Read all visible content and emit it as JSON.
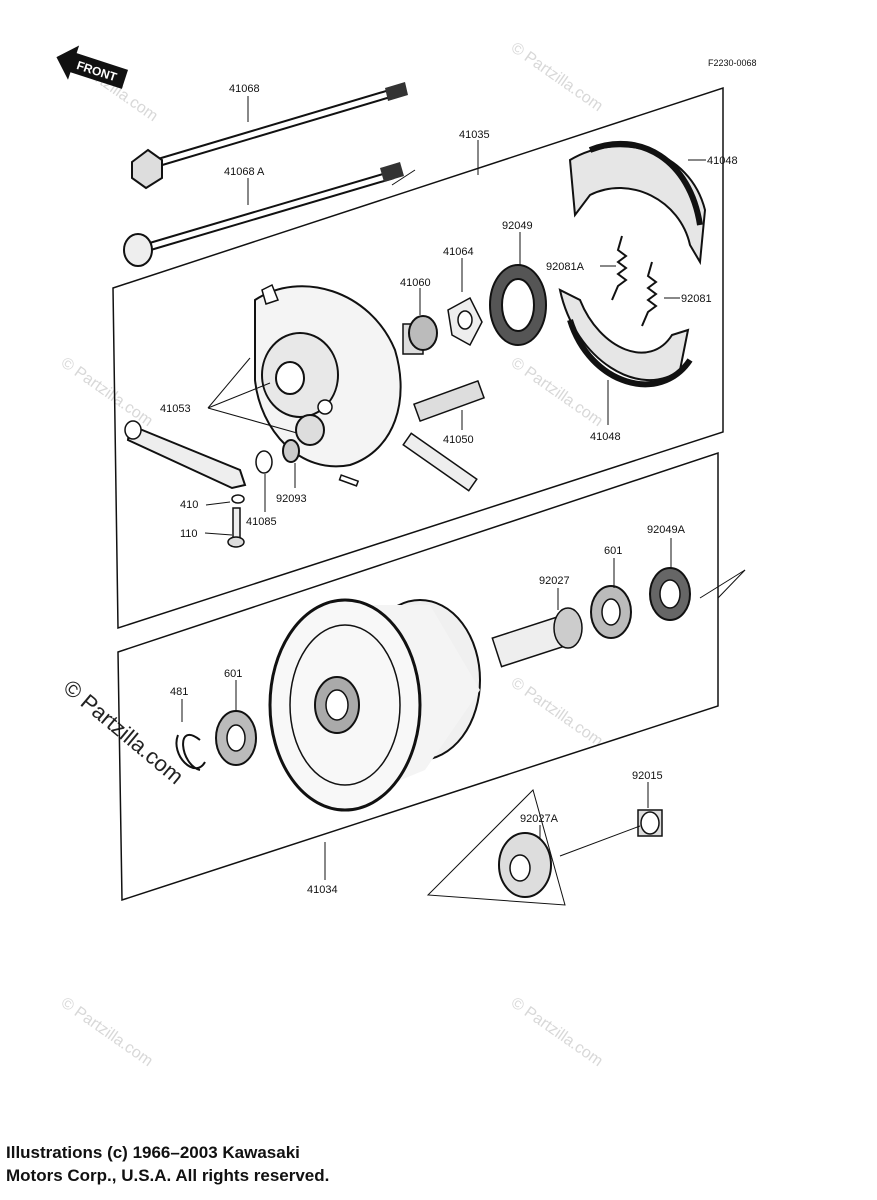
{
  "figure_code": "F2230-0068",
  "front_label": "FRONT",
  "watermark": "© Partzilla.com",
  "copyright": {
    "line1": "Illustrations (c) 1966–2003 Kawasaki",
    "line2": "Motors Corp., U.S.A.  All rights reserved."
  },
  "part_labels": {
    "p41068": "41068",
    "p41068a": "41068 A",
    "p41035": "41035",
    "p41048_top": "41048",
    "p92049": "92049",
    "p41064": "41064",
    "p92081a": "92081A",
    "p41060": "41060",
    "p92081": "92081",
    "p41053": "41053",
    "p41050": "41050",
    "p41048_bottom": "41048",
    "p410": "410",
    "p92093": "92093",
    "p41085": "41085",
    "p110": "110",
    "p92049a": "92049A",
    "p601_right": "601",
    "p92027": "92027",
    "p481": "481",
    "p601_left": "601",
    "p92015": "92015",
    "p92027a": "92027A",
    "p41034": "41034"
  }
}
